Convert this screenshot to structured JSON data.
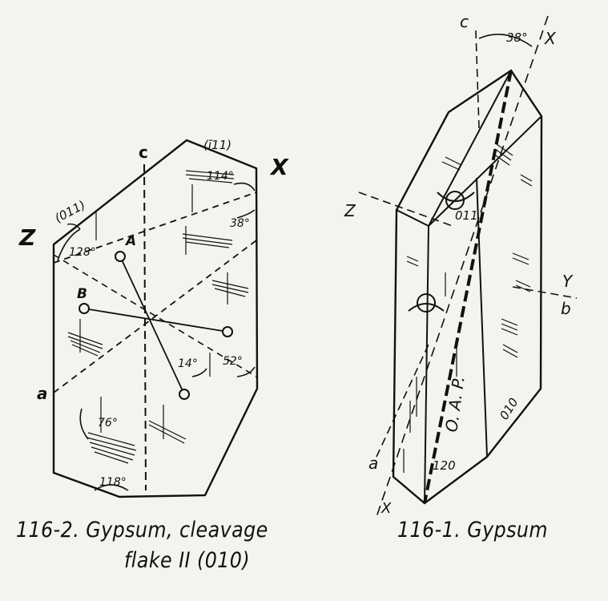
{
  "left_figure": {
    "caption_line1": "116-2. Gypsum, cleavage",
    "caption_line2": "flake II (010)",
    "labels": {
      "c": "c",
      "x_axis": "X",
      "z_axis": "Z",
      "a": "a",
      "A": "A",
      "B": "B",
      "face_111": "(ī11)",
      "face_011": "(011)"
    },
    "angles": {
      "a114": "114°",
      "a38": "38°",
      "a128": "128°",
      "a14": "14°",
      "a52": "52°",
      "a76": "76°",
      "a118": "118°"
    }
  },
  "right_figure": {
    "caption": "116-1. Gypsum",
    "labels": {
      "c": "c",
      "x_top": "X",
      "angle_38": "38°",
      "z": "Z",
      "y": "Y",
      "b": "b",
      "face_011": "011",
      "oap": "O. A. P.",
      "face_010": "010",
      "face_120": "120",
      "a": "a",
      "x_bottom": "X"
    }
  }
}
